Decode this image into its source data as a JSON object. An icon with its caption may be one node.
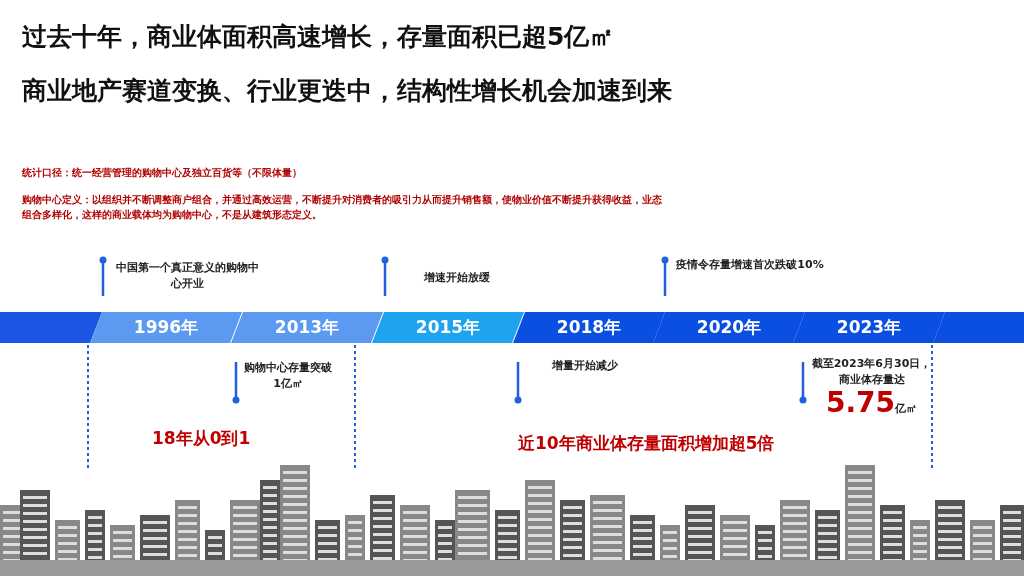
{
  "diagram": {
    "title": "过去十年，商业体面积高速增长，存量面积已超5亿㎡",
    "nodes": [
      {
        "text": [],
        "shape": "box"
      },
      {
        "text": [
          "1996年"
        ],
        "beside": [
          "中国第一个真正意义的购物中心开业"
        ]
      },
      {
        "text": [
          "2013年"
        ],
        "beside": [
          "购物中心存量突破1亿㎡"
        ]
      },
      {
        "text": [
          "2015年"
        ],
        "beside": [
          "增速开始放缓"
        ]
      },
      {
        "text": [
          "2018年"
        ],
        "beside": [
          "增量开始减少"
        ]
      },
      {
        "text": [
          "2020年"
        ],
        "beside": [
          "疫情令存量增速首次跌破10%"
        ]
      },
      {
        "text": [
          "2023年"
        ],
        "beside": [
          "截至2023年6月30日，商业体存量达**5.75**亿㎡"
        ]
      },
      {
        "text": [],
        "shape": "box"
      }
    ],
    "edges": [],
    "labels": [
      "商业地产赛道变换、行业更迭中，结构性增长机会加速到来",
      "统计口径：统一经营管理的购物中心及独立百货等（不限体量）",
      "购物中心定义：以组织并不断调整商户组合，并通过高效运营，不断提升对消费者的吸引力从而提升销售额，使物业价值不断提升获得收益，业态组合多样化，这样的商业载体均为购物中心，不是从建筑形态定义。",
      "18年从0到1",
      "近10年商业体存量面积增加超5倍"
    ]
  }
}
